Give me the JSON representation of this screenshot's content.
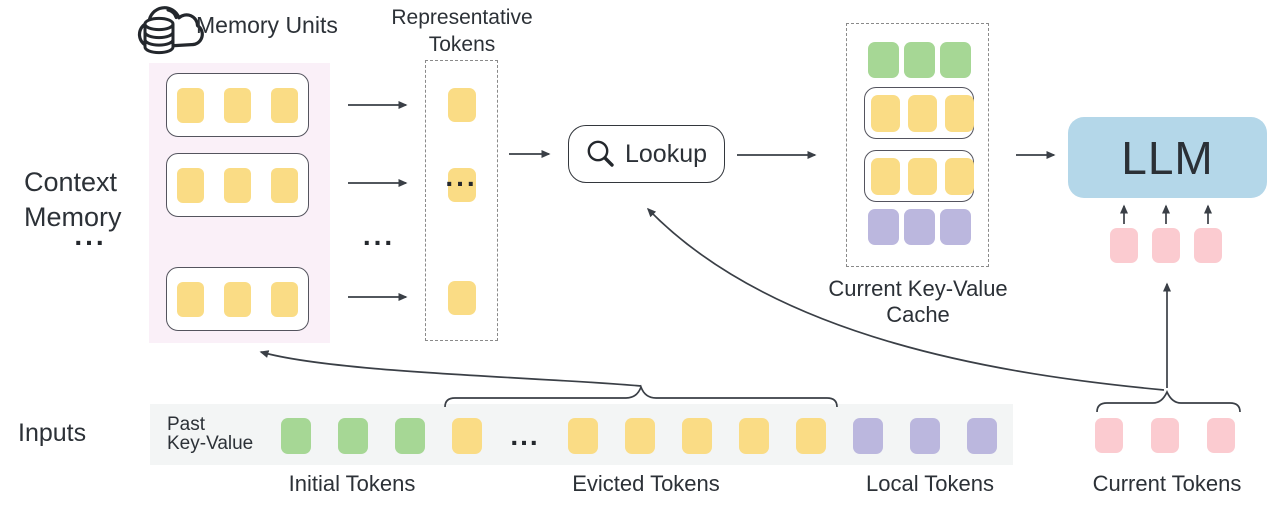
{
  "labels": {
    "memory_units": "Memory Units",
    "representative_line1": "Representative",
    "representative_line2": "Tokens",
    "context_line1": "Context",
    "context_line2": "Memory",
    "lookup": "Lookup",
    "cache_line1": "Current Key-Value",
    "cache_line2": "Cache",
    "llm": "LLM",
    "inputs": "Inputs",
    "past_line1": "Past",
    "past_line2": "Key-Value",
    "initial_tokens": "Initial Tokens",
    "evicted_tokens": "Evicted Tokens",
    "local_tokens": "Local Tokens",
    "current_tokens": "Current Tokens",
    "ellipsis": "..."
  },
  "colors": {
    "yellow": "#FADC85",
    "green": "#A6D795",
    "purple": "#BBB7DE",
    "pink": "#FBCBD0",
    "blue": "#B4D7E9",
    "memory_bg": "#FAF0F8",
    "bar_bg": "#F3F5F5",
    "stroke": "#3A3F46"
  },
  "tokens": {
    "memory_units": [
      [
        "yellow",
        "yellow",
        "yellow"
      ],
      [
        "yellow",
        "yellow",
        "yellow"
      ],
      [
        "yellow",
        "yellow",
        "yellow"
      ]
    ],
    "representative": [
      "yellow",
      "yellow",
      "yellow"
    ],
    "cache_rows": [
      [
        "green",
        "green",
        "green"
      ],
      [
        "yellow",
        "yellow",
        "yellow"
      ],
      [
        "yellow",
        "yellow",
        "yellow"
      ],
      [
        "purple",
        "purple",
        "purple"
      ]
    ],
    "input_bar": [
      "green",
      "green",
      "green",
      "yellow",
      "ellipsis",
      "yellow",
      "yellow",
      "yellow",
      "yellow",
      "yellow",
      "purple",
      "purple",
      "purple"
    ],
    "current": [
      "pink",
      "pink",
      "pink"
    ],
    "llm_input": [
      "pink",
      "pink",
      "pink"
    ]
  }
}
